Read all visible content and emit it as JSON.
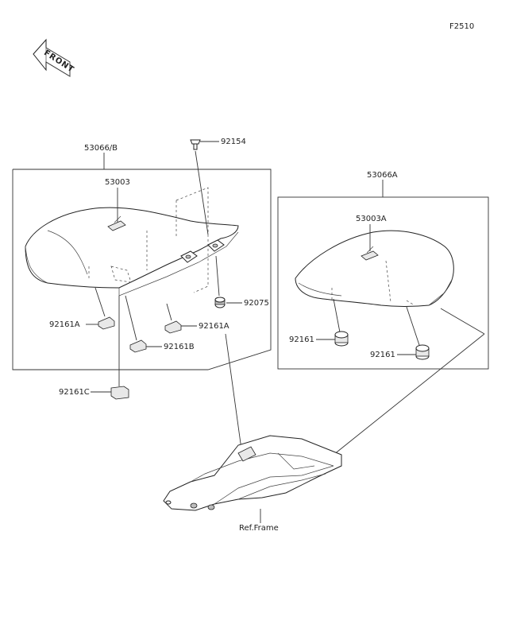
{
  "figure_code": "F2510",
  "front_arrow_text": "FRONT",
  "labels": {
    "p53066B": "53066/B",
    "p53003": "53003",
    "p92154": "92154",
    "p92075": "92075",
    "p92161A_left": "92161A",
    "p92161A_right": "92161A",
    "p92161B": "92161B",
    "p92161C": "92161C",
    "p53066A": "53066A",
    "p53003A": "53003A",
    "p92161_upper": "92161",
    "p92161_lower": "92161",
    "ref_frame": "Ref.Frame"
  }
}
